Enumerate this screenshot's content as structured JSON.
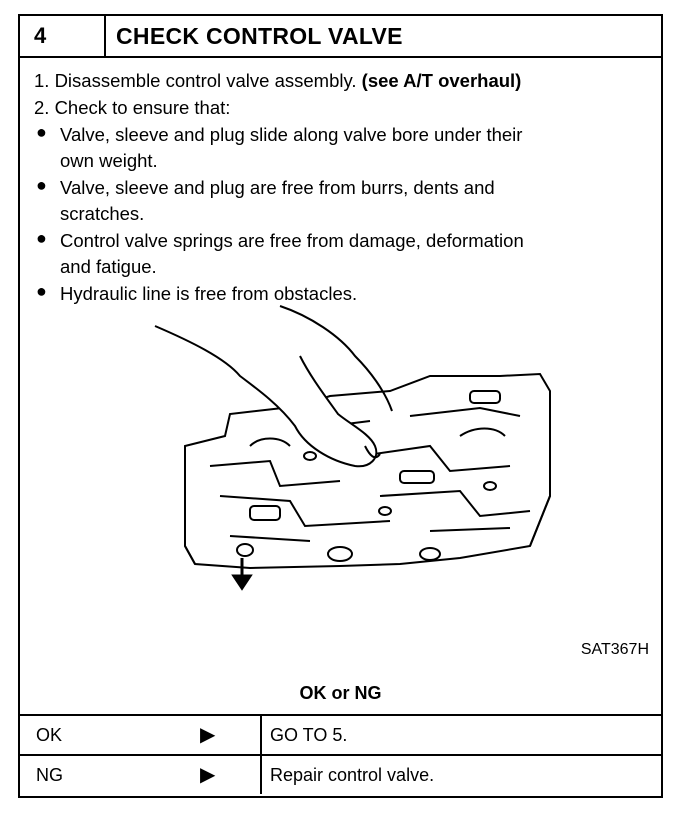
{
  "step": {
    "number": "4",
    "title": "CHECK CONTROL VALVE"
  },
  "instructions": {
    "step1": "1. Disassemble control valve assembly.",
    "step1_ref": "(see A/T overhaul)",
    "step2": "2. Check to ensure that:",
    "bullets": [
      {
        "line1": "Valve, sleeve and plug slide along valve bore under their",
        "line2": "own weight."
      },
      {
        "line1": "Valve, sleeve and plug are free from burrs, dents and",
        "line2": "scratches."
      },
      {
        "line1": "Control valve springs are free from damage, deformation",
        "line2": "and fatigue."
      },
      {
        "line1": "Hydraulic line is free from obstacles.",
        "line2": ""
      }
    ]
  },
  "figure": {
    "ref": "SAT367H"
  },
  "decision": {
    "label": "OK or NG"
  },
  "results": [
    {
      "label": "OK",
      "arrow": "▶",
      "action": "GO TO 5."
    },
    {
      "label": "NG",
      "arrow": "▶",
      "action": "Repair control valve."
    }
  ]
}
